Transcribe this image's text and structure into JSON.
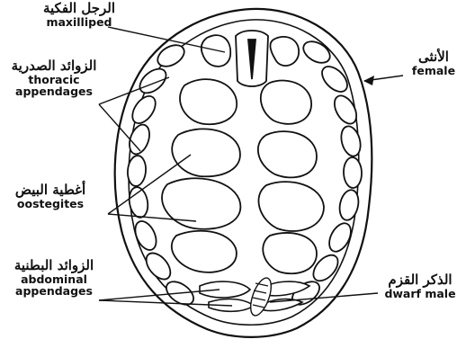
{
  "labels": {
    "maxilliped": {
      "ar": "الرجل الفكية",
      "en": "maxilliped"
    },
    "thoracic": {
      "ar": "الزوائد الصدرية",
      "en_1": "thoracic",
      "en_2": "appendages"
    },
    "oostegites": {
      "ar": "أغطية البيض",
      "en": "oostegites"
    },
    "abdominal": {
      "ar": "الزوائد البطنية",
      "en_1": "abdominal",
      "en_2": "appendages"
    },
    "female": {
      "ar": "الأنثى",
      "en": "female"
    },
    "dwarf_male": {
      "ar": "الذكر القزم",
      "en": "dwarf male"
    }
  },
  "colors": {
    "ink": "#111111",
    "paper": "#ffffff"
  }
}
